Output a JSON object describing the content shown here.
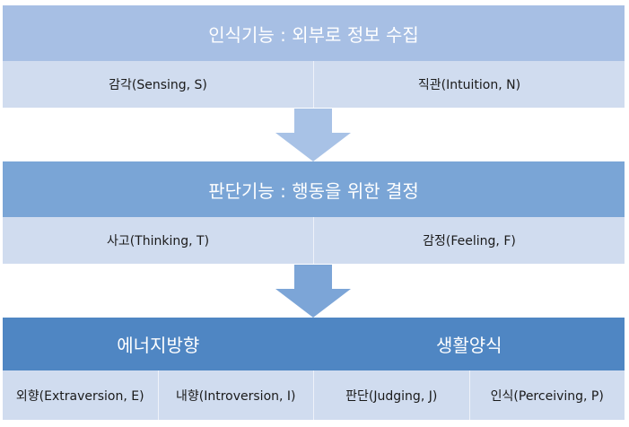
{
  "perception": {
    "header": "인식기능 : 외부로 정보 수집",
    "items": [
      "감각(Sensing, S)",
      "직관(Intuition, N)"
    ]
  },
  "judgment": {
    "header": "판단기능 : 행동을 위한 결정",
    "items": [
      "사고(Thinking, T)",
      "감정(Feeling, F)"
    ]
  },
  "attitudes": {
    "headers": [
      "에너지방향",
      "생활양식"
    ],
    "items": [
      "외향(Extraversion, E)",
      "내향(Introversion, I)",
      "판단(Judging, J)",
      "인식(Perceiving, P)"
    ]
  },
  "colors": {
    "perception_header": "#a7bfe4",
    "judgment_header": "#7aa5d6",
    "attitudes_header": "#4f86c3",
    "row_fill": "#d0dcef",
    "arrow_1": "#a8c2e6",
    "arrow_2": "#7ca5d7"
  }
}
